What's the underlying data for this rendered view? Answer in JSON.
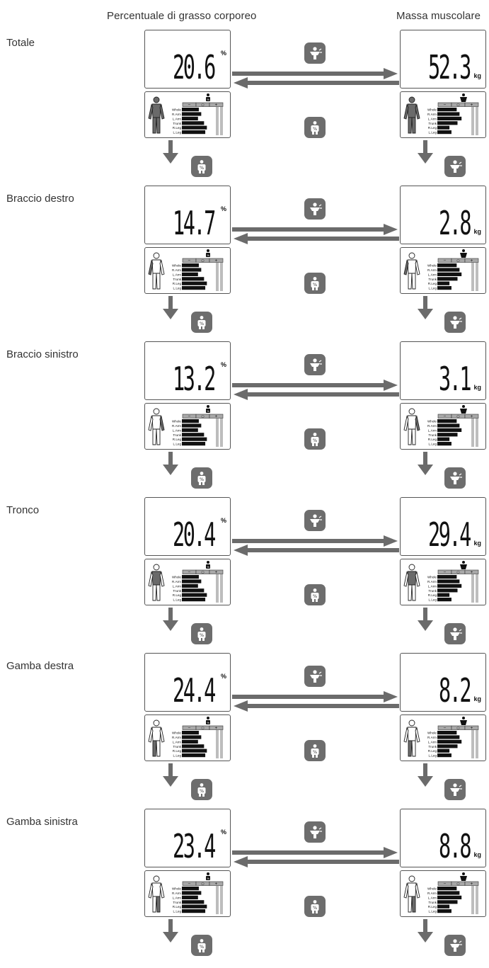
{
  "headers": {
    "fat": "Percentuale di grasso corporeo",
    "muscle": "Massa muscolare"
  },
  "units": {
    "fat": "%",
    "muscle": "kg"
  },
  "sections": [
    {
      "label": "Totale",
      "fat_value": "20.6",
      "muscle_value": "52.3",
      "highlight": "whole"
    },
    {
      "label": "Braccio destro",
      "fat_value": "14.7",
      "muscle_value": "2.8",
      "highlight": "rarm"
    },
    {
      "label": "Braccio sinistro",
      "fat_value": "13.2",
      "muscle_value": "3.1",
      "highlight": "larm"
    },
    {
      "label": "Tronco",
      "fat_value": "20.4",
      "muscle_value": "29.4",
      "highlight": "trunk"
    },
    {
      "label": "Gamba destra",
      "fat_value": "24.4",
      "muscle_value": "8.2",
      "highlight": "rleg"
    },
    {
      "label": "Gamba sinistra",
      "fat_value": "23.4",
      "muscle_value": "8.8",
      "highlight": "lleg"
    }
  ],
  "segment_rows": [
    "Whole",
    "R.Arm",
    "L.Arm",
    "Trunk",
    "R.Leg",
    "L.Leg"
  ],
  "scale_marks": [
    "−",
    "○",
    "+"
  ],
  "fat_bar_levels": [
    [
      0.42,
      0.48,
      0.4,
      0.55,
      0.62,
      0.58
    ],
    [
      0.42,
      0.48,
      0.4,
      0.55,
      0.62,
      0.58
    ],
    [
      0.42,
      0.48,
      0.4,
      0.55,
      0.62,
      0.58
    ],
    [
      0.42,
      0.48,
      0.4,
      0.55,
      0.62,
      0.58
    ],
    [
      0.42,
      0.48,
      0.4,
      0.55,
      0.62,
      0.58
    ],
    [
      0.42,
      0.48,
      0.4,
      0.55,
      0.62,
      0.58
    ]
  ],
  "muscle_bar_levels": [
    [
      0.48,
      0.55,
      0.6,
      0.5,
      0.3,
      0.35
    ],
    [
      0.48,
      0.55,
      0.6,
      0.5,
      0.3,
      0.35
    ],
    [
      0.48,
      0.55,
      0.6,
      0.5,
      0.3,
      0.35
    ],
    [
      0.48,
      0.55,
      0.6,
      0.5,
      0.3,
      0.35
    ],
    [
      0.48,
      0.55,
      0.6,
      0.5,
      0.3,
      0.35
    ],
    [
      0.48,
      0.55,
      0.6,
      0.5,
      0.3,
      0.35
    ]
  ],
  "icons": {
    "to_muscle": "muscle-mode-icon",
    "to_fat": "fat-mode-icon"
  },
  "colors": {
    "arrow": "#6b6b6b",
    "tile": "#6d6d6d",
    "bar": "#111111",
    "scale_header": "#a8a8a8",
    "body_highlight": "#6a6a6a"
  }
}
